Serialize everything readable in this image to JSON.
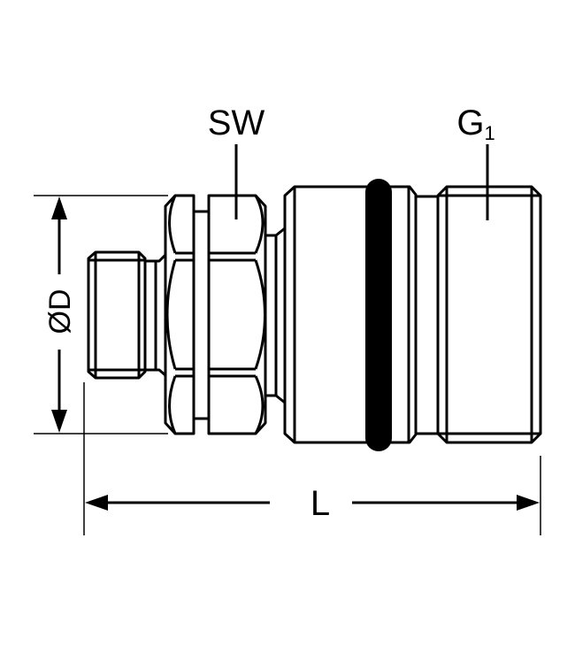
{
  "labels": {
    "wrench_size": "SW",
    "thread": "G",
    "thread_subscript": "1",
    "diameter": "ØD",
    "length": "L"
  },
  "colors": {
    "line": "#000000",
    "background": "#ffffff"
  }
}
